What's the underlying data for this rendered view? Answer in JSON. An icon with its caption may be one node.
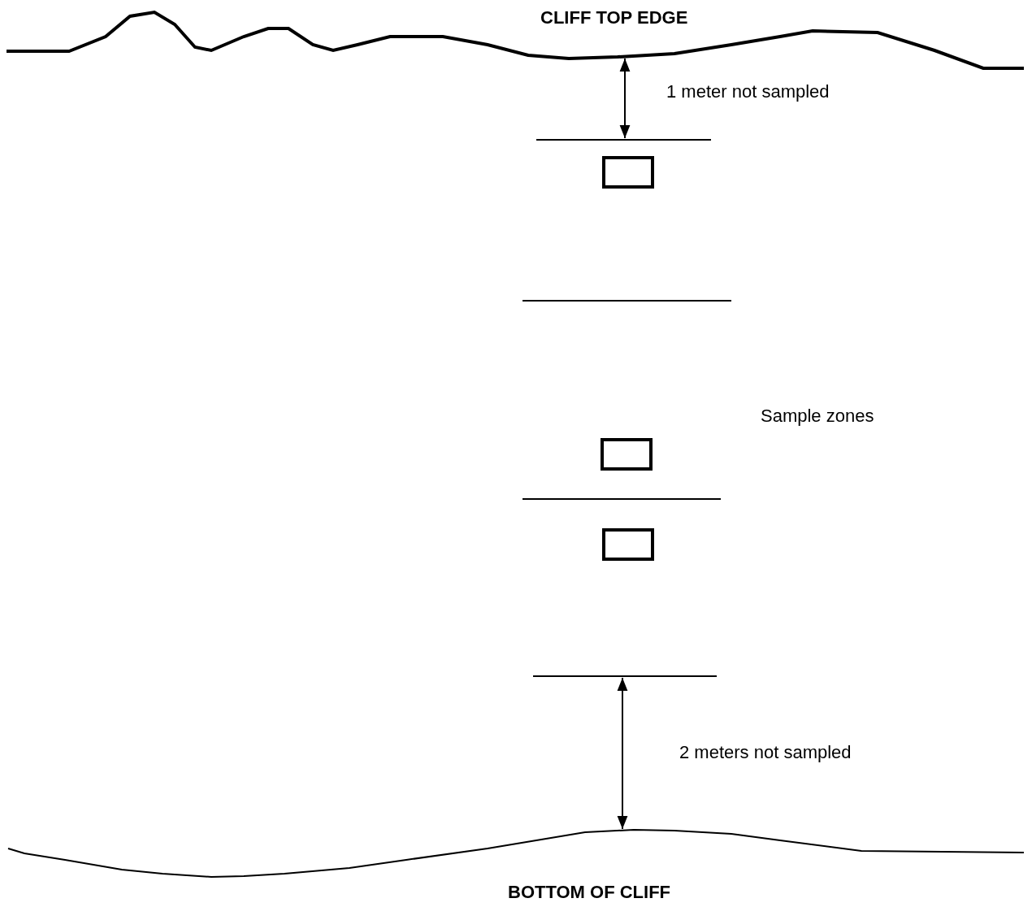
{
  "diagram": {
    "labels": [
      "CLIFF TOP EDGE",
      "1 meter not sampled",
      "Sample zones",
      "2 meters not sampled",
      "BOTTOM OF CLIFF"
    ]
  }
}
